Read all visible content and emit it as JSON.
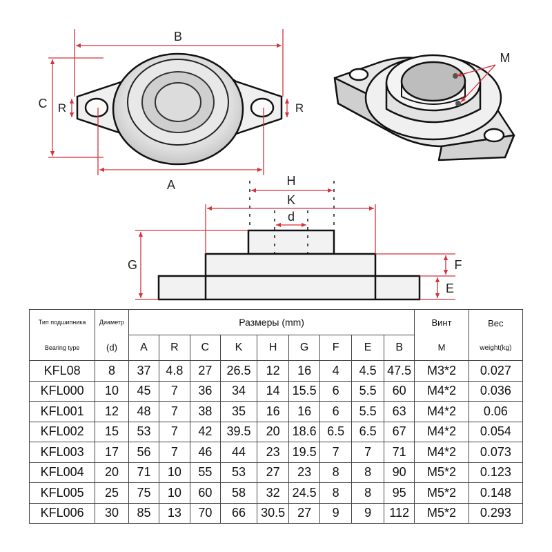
{
  "drawing": {
    "labels": {
      "B": "B",
      "C": "C",
      "R_left": "R",
      "R_right": "R",
      "A": "A",
      "M": "M",
      "H": "H",
      "K": "K",
      "d": "d",
      "G": "G",
      "F": "F",
      "E": "E"
    },
    "line_color": "#d6323a"
  },
  "table": {
    "header": {
      "type_ru": "Тип подшипника",
      "type_en": "Bearing type",
      "diam_ru": "Диаметр",
      "diam_en": "(d)",
      "dims_title": "Размеры (mm)",
      "screw_ru": "Винт",
      "screw_en": "M",
      "weight_ru": "Вес",
      "weight_en": "weight(kg)",
      "columns": [
        "A",
        "R",
        "C",
        "K",
        "H",
        "G",
        "F",
        "E",
        "B"
      ]
    },
    "rows": [
      {
        "type": "KFL08",
        "d": "8",
        "A": "37",
        "R": "4.8",
        "C": "27",
        "K": "26.5",
        "H": "12",
        "G": "16",
        "F": "4",
        "E": "4.5",
        "B": "47.5",
        "M": "M3*2",
        "W": "0.027"
      },
      {
        "type": "KFL000",
        "d": "10",
        "A": "45",
        "R": "7",
        "C": "36",
        "K": "34",
        "H": "14",
        "G": "15.5",
        "F": "6",
        "E": "5.5",
        "B": "60",
        "M": "M4*2",
        "W": "0.036"
      },
      {
        "type": "KFL001",
        "d": "12",
        "A": "48",
        "R": "7",
        "C": "38",
        "K": "35",
        "H": "16",
        "G": "16",
        "F": "6",
        "E": "5.5",
        "B": "63",
        "M": "M4*2",
        "W": "0.06"
      },
      {
        "type": "KFL002",
        "d": "15",
        "A": "53",
        "R": "7",
        "C": "42",
        "K": "39.5",
        "H": "20",
        "G": "18.6",
        "F": "6.5",
        "E": "6.5",
        "B": "67",
        "M": "M4*2",
        "W": "0.054"
      },
      {
        "type": "KFL003",
        "d": "17",
        "A": "56",
        "R": "7",
        "C": "46",
        "K": "44",
        "H": "23",
        "G": "19.5",
        "F": "7",
        "E": "7",
        "B": "71",
        "M": "M4*2",
        "W": "0.073"
      },
      {
        "type": "KFL004",
        "d": "20",
        "A": "71",
        "R": "10",
        "C": "55",
        "K": "53",
        "H": "27",
        "G": "23",
        "F": "8",
        "E": "8",
        "B": "90",
        "M": "M5*2",
        "W": "0.123"
      },
      {
        "type": "KFL005",
        "d": "25",
        "A": "75",
        "R": "10",
        "C": "60",
        "K": "58",
        "H": "32",
        "G": "24.5",
        "F": "8",
        "E": "8",
        "B": "95",
        "M": "M5*2",
        "W": "0.148"
      },
      {
        "type": "KFL006",
        "d": "30",
        "A": "85",
        "R": "13",
        "C": "70",
        "K": "66",
        "H": "30.5",
        "G": "27",
        "F": "9",
        "E": "9",
        "B": "112",
        "M": "M5*2",
        "W": "0.293"
      }
    ]
  }
}
